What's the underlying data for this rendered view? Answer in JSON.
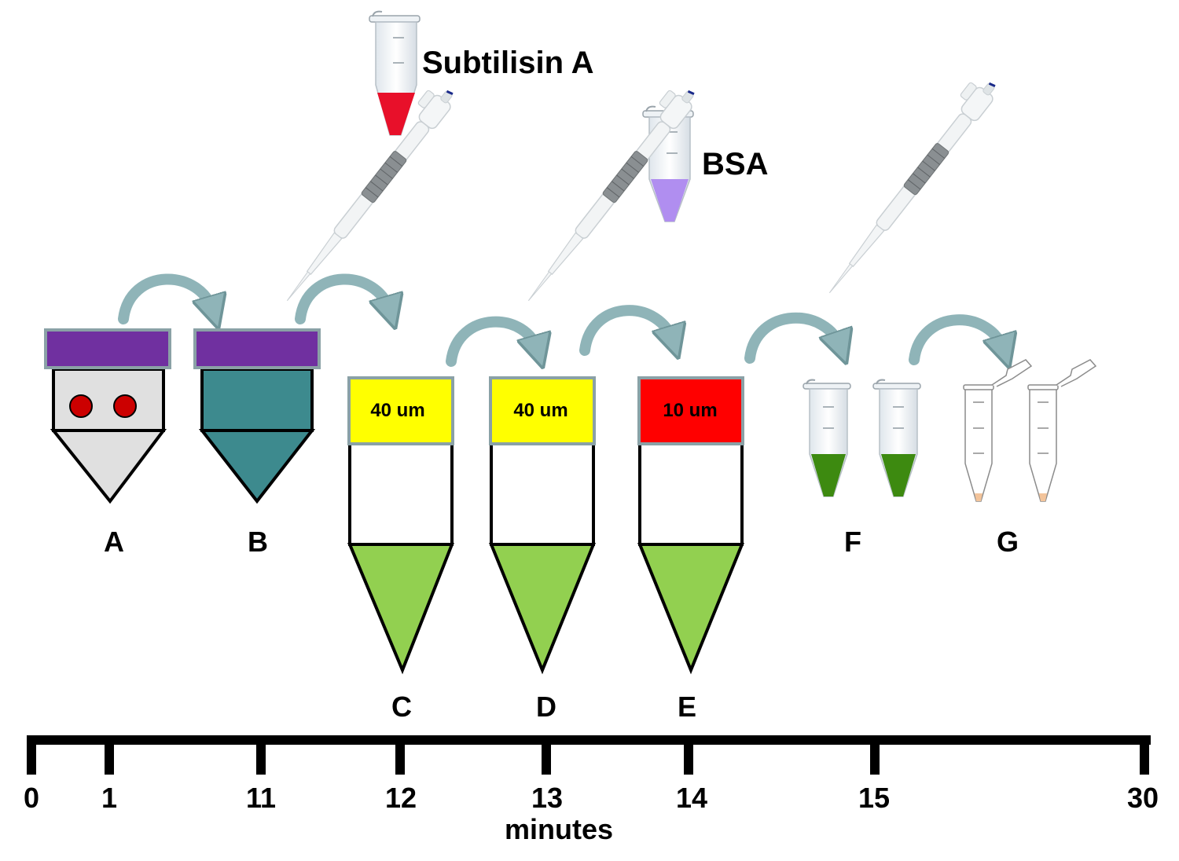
{
  "reagents": {
    "subtilisin": {
      "label": "Subtilisin A",
      "color": "#e8102a"
    },
    "bsa": {
      "label": "BSA",
      "color": "#b08ef0"
    }
  },
  "steps": {
    "a": {
      "label": "A"
    },
    "b": {
      "label": "B"
    },
    "c": {
      "label": "C",
      "filter": "40 um"
    },
    "d": {
      "label": "D",
      "filter": "40 um"
    },
    "e": {
      "label": "E",
      "filter": "10 um"
    },
    "f": {
      "label": "F"
    },
    "g": {
      "label": "G"
    }
  },
  "timeline": {
    "ticks": [
      "0",
      "1",
      "11",
      "12",
      "13",
      "14",
      "15",
      "30"
    ],
    "unit": "minutes"
  },
  "colors": {
    "cap_purple": "#7030a0",
    "teal": "#3d8a8e",
    "filter_yellow": "#ffff00",
    "filter_red": "#ff0000",
    "cone_green": "#92d050",
    "pellet_green": "#3d8a10",
    "red_dot": "#cc0000",
    "arrow": "#8fb4b8"
  }
}
